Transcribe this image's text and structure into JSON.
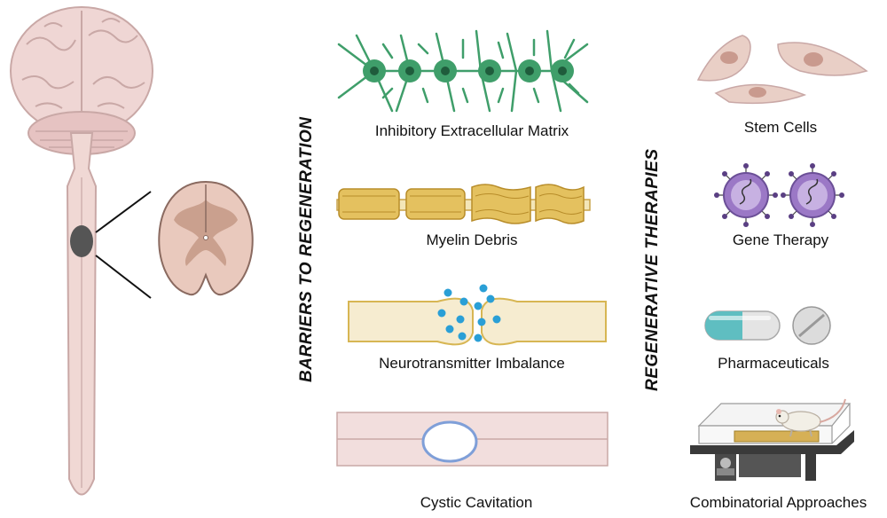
{
  "headings": {
    "barriers": "BARRIERS TO REGENERATION",
    "therapies": "REGENERATIVE THERAPIES"
  },
  "barriers": [
    {
      "label": "Inhibitory Extracellular Matrix",
      "icon": "astrocyte-network-icon"
    },
    {
      "label": "Myelin Debris",
      "icon": "myelin-sheath-icon"
    },
    {
      "label": "Neurotransmitter Imbalance",
      "icon": "synapse-icon"
    },
    {
      "label": "Cystic Cavitation",
      "icon": "cyst-icon"
    }
  ],
  "therapies": [
    {
      "label": "Stem Cells",
      "icon": "stem-cells-icon"
    },
    {
      "label": "Gene Therapy",
      "icon": "virus-vector-icon"
    },
    {
      "label": "Pharmaceuticals",
      "icon": "pill-icon"
    },
    {
      "label": "Combinatorial Approaches",
      "icon": "rat-treadmill-icon"
    }
  ],
  "colors": {
    "cns_tissue": "#f0d8d4",
    "lesion": "#555555",
    "astrocyte": "#3f9e6a",
    "myelin": "#d9b24a",
    "neurotransmitter": "#2a9fd6",
    "cyst": "#7f9fd8",
    "stem_cell": "#e9cfc6",
    "virus": "#9b78c6",
    "capsule": "#5fbec1"
  }
}
